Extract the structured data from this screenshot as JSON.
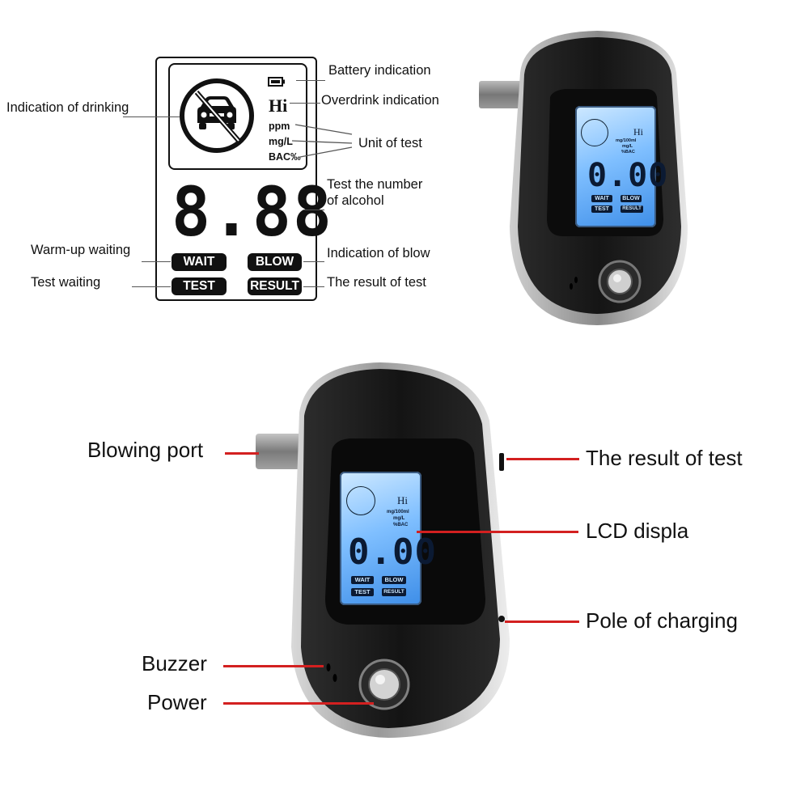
{
  "diagram": {
    "lcd": {
      "hi": "Hi",
      "units": [
        "ppm",
        "mg/L",
        "BAC‰"
      ],
      "digits": "8.88",
      "buttons": {
        "wait": "WAIT",
        "blow": "BLOW",
        "test": "TEST",
        "result": "RESULT"
      }
    },
    "labels": {
      "battery": "Battery indication",
      "overdrink": "Overdrink indication",
      "drinking": "Indication of drinking",
      "unit": "Unit of test",
      "number_line1": "Test the number",
      "number_line2": "of alcohol",
      "warmup": "Warm-up waiting",
      "blow": "Indication of blow",
      "testwait": "Test waiting",
      "result": "The result of test"
    }
  },
  "device_small": {
    "hi": "Hi",
    "units": [
      "mg/100ml",
      "mg/L",
      "%BAC"
    ],
    "digits": "0.00",
    "buttons": {
      "wait": "WAIT",
      "blow": "BLOW",
      "test": "TEST",
      "result": "RESULT"
    }
  },
  "device_large": {
    "hi": "Hi",
    "units": [
      "mg/100ml",
      "mg/L",
      "%BAC"
    ],
    "digits": "0.00",
    "buttons": {
      "wait": "WAIT",
      "blow": "BLOW",
      "test": "TEST",
      "result": "RESULT"
    }
  },
  "callouts": {
    "blowing_port": "Blowing port",
    "buzzer": "Buzzer",
    "power": "Power",
    "result": "The result of test",
    "lcd": "LCD displa",
    "charging": "Pole of charging"
  },
  "colors": {
    "lcd_blue": "#7fbfff",
    "callout_red": "#d32020",
    "body_black": "#1a1a1a"
  }
}
